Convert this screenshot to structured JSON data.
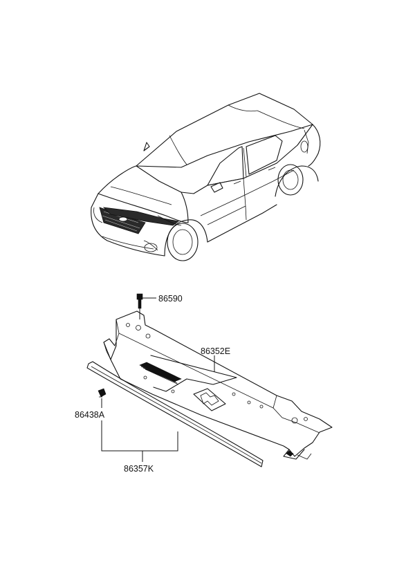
{
  "parts": [
    {
      "id": "clip",
      "number": "86590"
    },
    {
      "id": "cover",
      "number": "86352E"
    },
    {
      "id": "retainer",
      "number": "86438A"
    },
    {
      "id": "molding-assy",
      "number": "86357K"
    }
  ]
}
